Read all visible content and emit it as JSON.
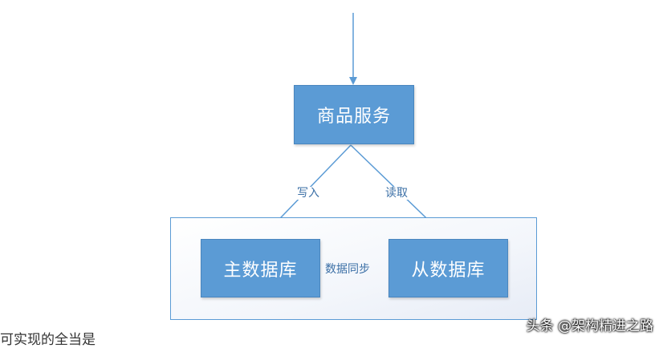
{
  "nodes": {
    "service": "商品服务",
    "master": "主数据库",
    "slave": "从数据库"
  },
  "edges": {
    "write": "写入",
    "read": "读取",
    "sync": "数据同步"
  },
  "watermark": "头条 @架构精进之路",
  "clipped_text": "可实现的全当是",
  "colors": {
    "node_fill": "#5b9bd5",
    "edge": "#5b9bd5",
    "label_text": "#3b6fa6"
  }
}
